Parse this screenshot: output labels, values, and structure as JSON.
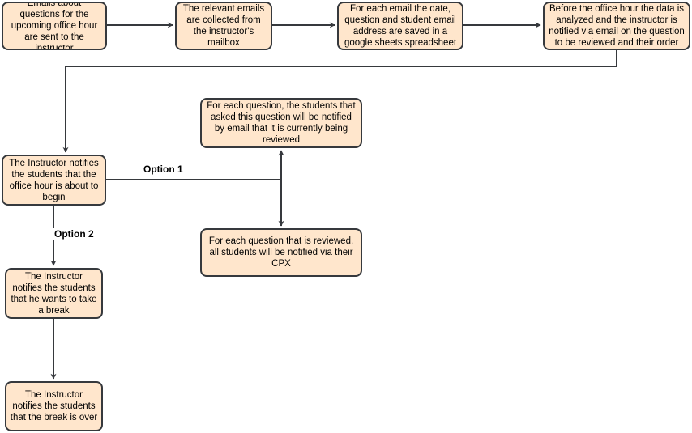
{
  "diagram": {
    "nodes": [
      {
        "id": "n1",
        "text": "Emails about questions for the upcoming office hour are sent to the instructor"
      },
      {
        "id": "n2",
        "text": "The relevant emails are collected from the instructor's mailbox"
      },
      {
        "id": "n3",
        "text": "For each email the date, question and student email address are saved in a google sheets spreadsheet"
      },
      {
        "id": "n4",
        "text": "Before the office hour the data is analyzed and the instructor is notified via email on the question to be reviewed and their order"
      },
      {
        "id": "n5",
        "text": "The Instructor notifies the students that the office hour is about to begin"
      },
      {
        "id": "n6",
        "text": "For each question, the students that asked this question will be notified by email that it is currently being reviewed"
      },
      {
        "id": "n7",
        "text": "For each question that is reviewed, all students will be notified via their CPX"
      },
      {
        "id": "n8",
        "text": "The Instructor notifies the students that he wants to take a break"
      },
      {
        "id": "n9",
        "text": "The Instructor notifies the students that the break is over"
      }
    ],
    "edges": [
      {
        "from": "n1",
        "to": "n2"
      },
      {
        "from": "n2",
        "to": "n3"
      },
      {
        "from": "n3",
        "to": "n4"
      },
      {
        "from": "n4",
        "to": "n5"
      },
      {
        "from": "n5",
        "to": "n6",
        "label": "Option 1"
      },
      {
        "from": "n5",
        "to": "n7"
      },
      {
        "from": "n5",
        "to": "n8",
        "label": "Option 2"
      },
      {
        "from": "n8",
        "to": "n9"
      }
    ],
    "colors": {
      "node_fill": "#ffe6cc",
      "node_border": "#36393d",
      "edge": "#36393d",
      "text": "#000000"
    }
  }
}
